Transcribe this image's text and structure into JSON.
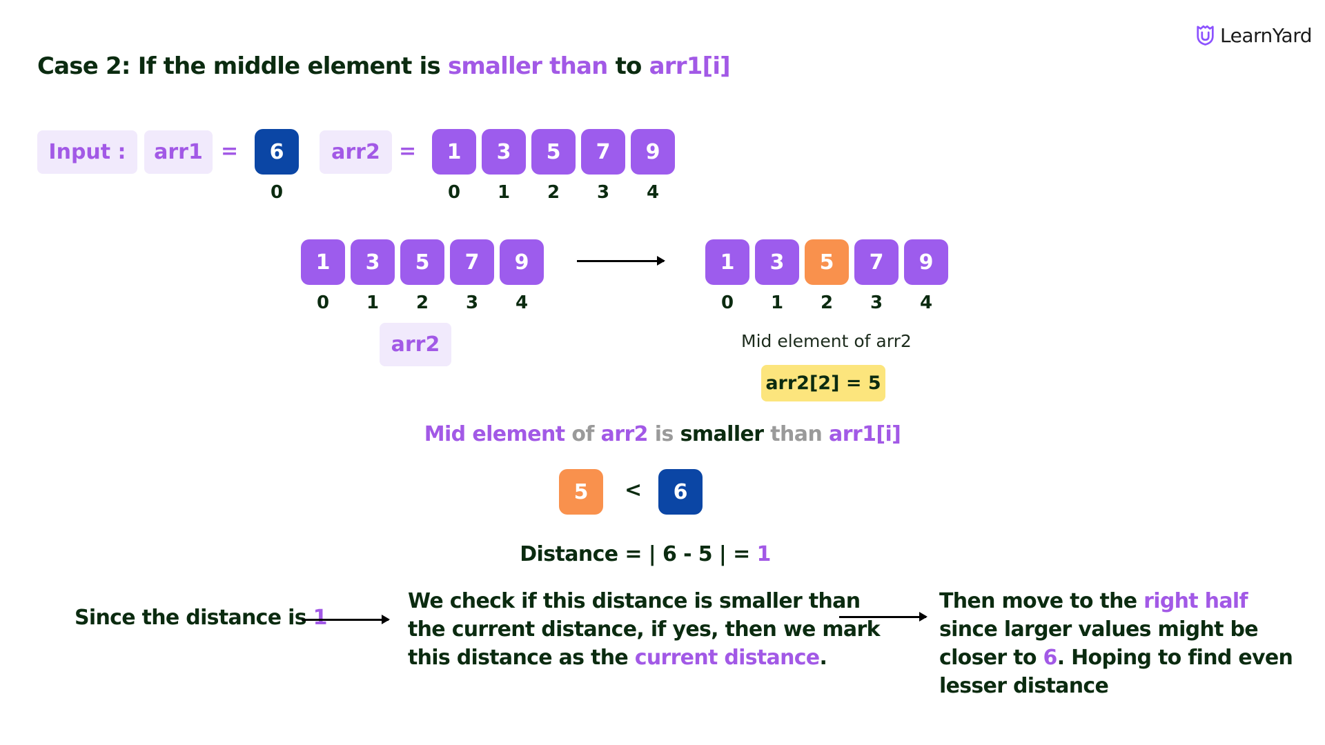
{
  "brand": {
    "name": "LearnYard",
    "icon": "shield-u-logo-icon",
    "color": "#8c52ff"
  },
  "title": {
    "prefix": "Case 2: If the middle element is ",
    "highlight": "smaller than",
    "middle": " to ",
    "highlight2": "arr1[i]"
  },
  "input": {
    "label": "Input :",
    "arr1_label": "arr1",
    "equals": "=",
    "arr1": {
      "values": [
        "6"
      ],
      "indices": [
        "0"
      ]
    },
    "arr2_label": "arr2",
    "arr2": {
      "values": [
        "1",
        "3",
        "5",
        "7",
        "9"
      ],
      "indices": [
        "0",
        "1",
        "2",
        "3",
        "4"
      ]
    }
  },
  "step": {
    "left": {
      "values": [
        "1",
        "3",
        "5",
        "7",
        "9"
      ],
      "indices": [
        "0",
        "1",
        "2",
        "3",
        "4"
      ],
      "label": "arr2"
    },
    "right": {
      "values": [
        "1",
        "3",
        "5",
        "7",
        "9"
      ],
      "indices": [
        "0",
        "1",
        "2",
        "3",
        "4"
      ],
      "highlight_index": 2
    },
    "mid_caption": "Mid element of arr2",
    "mid_badge": "arr2[2] = 5"
  },
  "comparison": {
    "parts": [
      "Mid element",
      " of ",
      "arr2",
      " is ",
      "smaller",
      " than ",
      "arr1[i]"
    ],
    "left": "5",
    "op": "<",
    "right": "6"
  },
  "distance": {
    "text": "Distance = | 6 - 5 | = ",
    "value": "1"
  },
  "explanation": {
    "p1": {
      "text": "Since the distance is ",
      "value": "1"
    },
    "p2": {
      "line1": "We check if this distance is smaller than",
      "line2": "the current distance, if yes, then we mark",
      "line3a": "this distance as the ",
      "line3b": "current distance",
      "line3c": "."
    },
    "p3": {
      "line1a": "Then move to the ",
      "line1b": "right half",
      "line2": "since larger values might be",
      "line3a": "closer to ",
      "line3b": "6",
      "line3c": ". Hoping to find even",
      "line4": "lesser distance"
    }
  },
  "colors": {
    "purple": "#9d5ced",
    "blue": "#0b46a5",
    "orange": "#f9914d",
    "yellow": "#fce57d",
    "chip": "#f1eafc",
    "text": "#0b2b10"
  }
}
